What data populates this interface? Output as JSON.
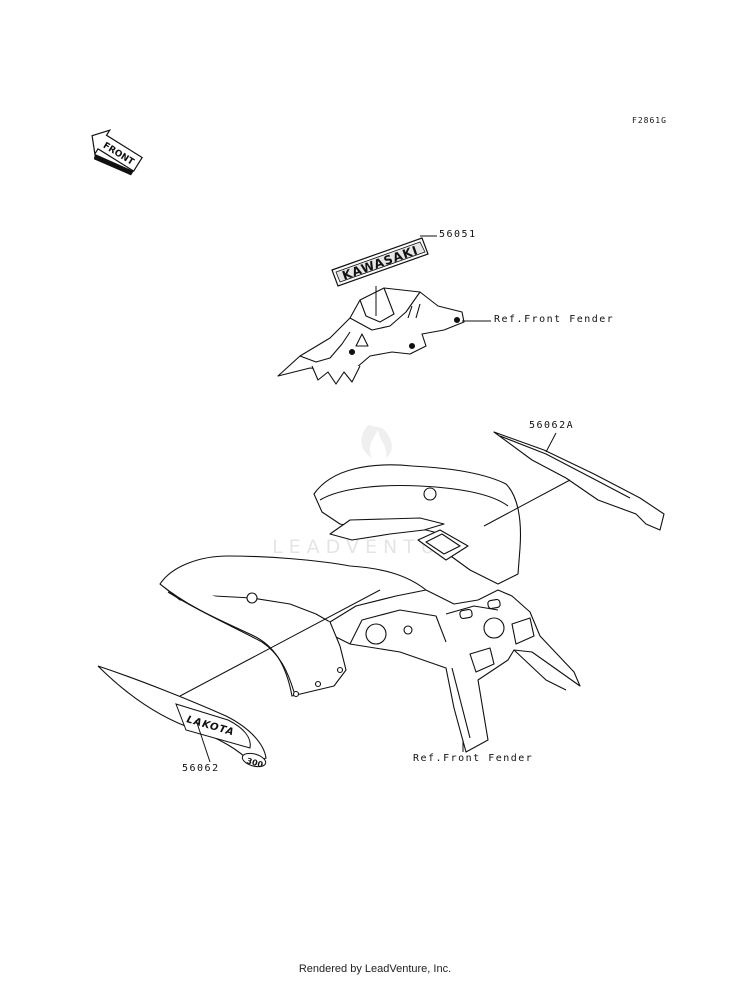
{
  "diagram_code": "F2861G",
  "front_arrow_label": "FRONT",
  "parts": [
    {
      "number": "56051"
    },
    {
      "number": "56062A"
    },
    {
      "number": "56062"
    }
  ],
  "references": [
    {
      "text": "Ref.Front Fender"
    },
    {
      "text": "Ref.Front Fender"
    }
  ],
  "decal_text": {
    "brand": "KAWASAKI",
    "model": "LAKOTA",
    "model_number": "300"
  },
  "watermark": "LEADVENTURE",
  "footer": "Rendered by LeadVenture, Inc."
}
